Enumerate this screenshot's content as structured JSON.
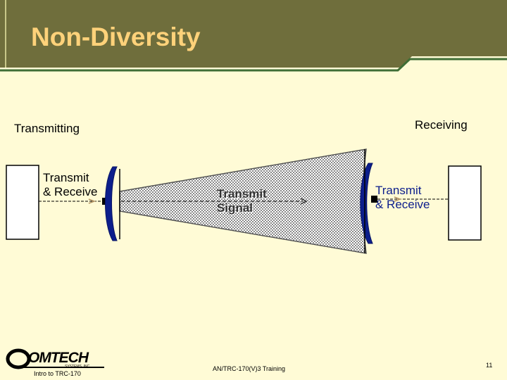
{
  "slide": {
    "title": "Non-Diversity",
    "page_number": "11"
  },
  "colors": {
    "header_bg": "#6f6e3c",
    "title_text": "#ffd27a",
    "slide_bg": "#fffbd6",
    "dish": "#0c1e8c",
    "beam_fill": "#d9d9d9"
  },
  "diagram": {
    "left_heading": "Transmitting",
    "right_heading": "Receiving",
    "left_station_label": "Transmit\n& Receive",
    "right_station_label": "Transmit\n& Receive",
    "beam_label": "Transmit\nSignal"
  },
  "footer": {
    "logo_text": "OMTECH",
    "logo_subtext": "SYSTEMS, INC.",
    "course": "Intro to TRC-170",
    "program": "AN/TRC-170(V)3 Training"
  }
}
